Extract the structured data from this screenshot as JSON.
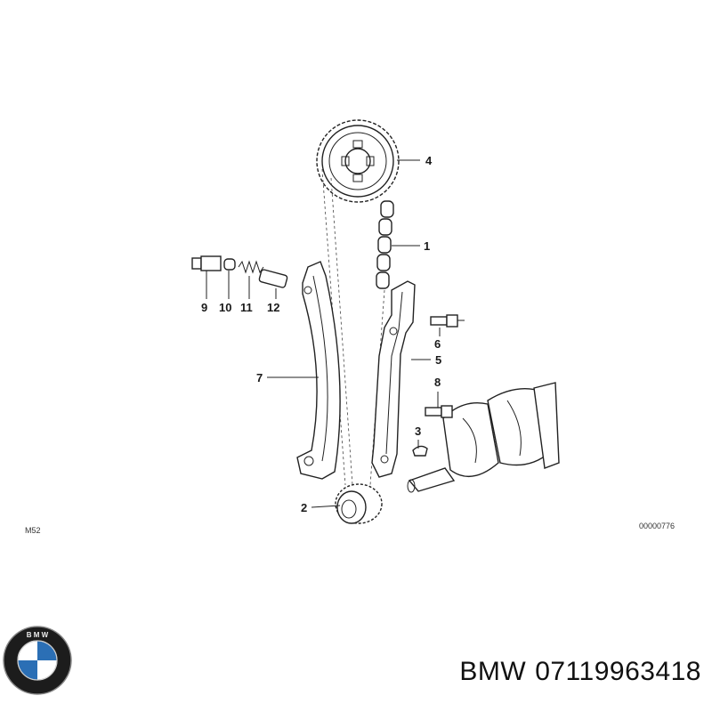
{
  "diagram": {
    "callouts": [
      "1",
      "2",
      "3",
      "4",
      "5",
      "6",
      "7",
      "8",
      "9",
      "10",
      "11",
      "12"
    ],
    "engine_code": "M52",
    "diagram_number": "00000776"
  },
  "footer": {
    "brand": "BMW",
    "part_number": "07119963418",
    "logo_letters": "B M W"
  }
}
